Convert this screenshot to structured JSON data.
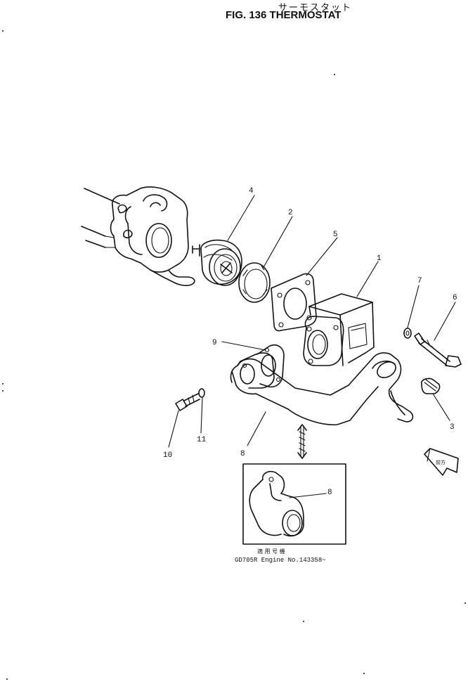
{
  "header": {
    "title_jp": "サーモスタット",
    "title_en": "FIG. 136  THERMOSTAT"
  },
  "callouts": [
    "4",
    "2",
    "5",
    "1",
    "7",
    "6",
    "9",
    "3",
    "10",
    "11",
    "8"
  ],
  "inset": {
    "callout": "8",
    "caption_jp": "適 用 号 機",
    "caption_en": "GD705R  Engine  No.143358~"
  },
  "direction_tag": "前方"
}
